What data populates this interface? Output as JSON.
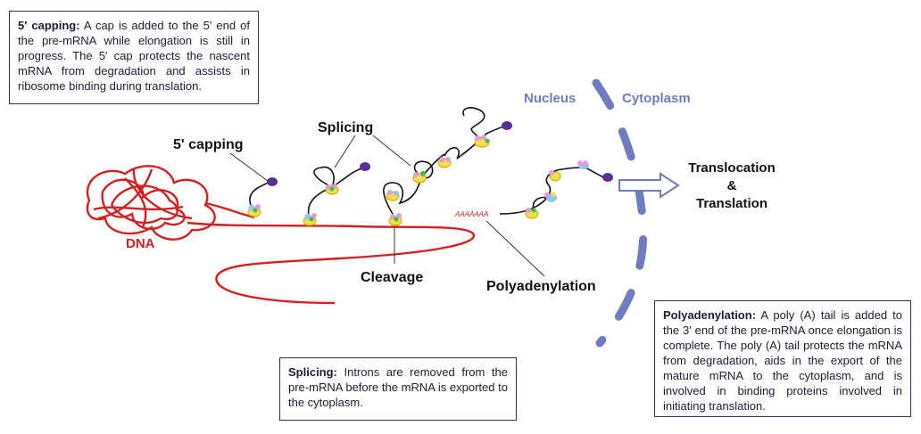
{
  "boxes": {
    "capping": {
      "title": "5′ capping:",
      "text": " A cap is added to the 5′ end of the pre-mRNA while elongation is still in progress. The 5′ cap protects the nascent mRNA from degradation and assists in ribosome binding during translation."
    },
    "splicing": {
      "title": "Splicing:",
      "text": " Introns are removed from the pre-mRNA before the mRNA is exported to the cytoplasm."
    },
    "polyadenylation": {
      "title": "Polyadenylation:",
      "text": " A poly (A) tail is added to the 3′ end of the pre-mRNA once elongation is complete. The poly (A) tail protects the mRNA from degradation, aids in the export of the mature mRNA to the cytoplasm, and is involved in binding proteins involved in initiating translation."
    }
  },
  "labels": {
    "capping": "5' capping",
    "splicing": "Splicing",
    "cleavage": "Cleavage",
    "polyadenylation": "Polyadenylation",
    "dna": "DNA",
    "nucleus": "Nucleus",
    "cytoplasm": "Cytoplasm",
    "translocation_1": "Translocation",
    "translocation_2": "&",
    "translocation_3": "Translation",
    "polya_tail": "AAAAAAA"
  },
  "colors": {
    "dna": "#d42020",
    "membrane": "#6f7dc0",
    "box_border": "#2e3170",
    "cap": "#5a2d9a",
    "arrow": "#6f7dc0"
  }
}
